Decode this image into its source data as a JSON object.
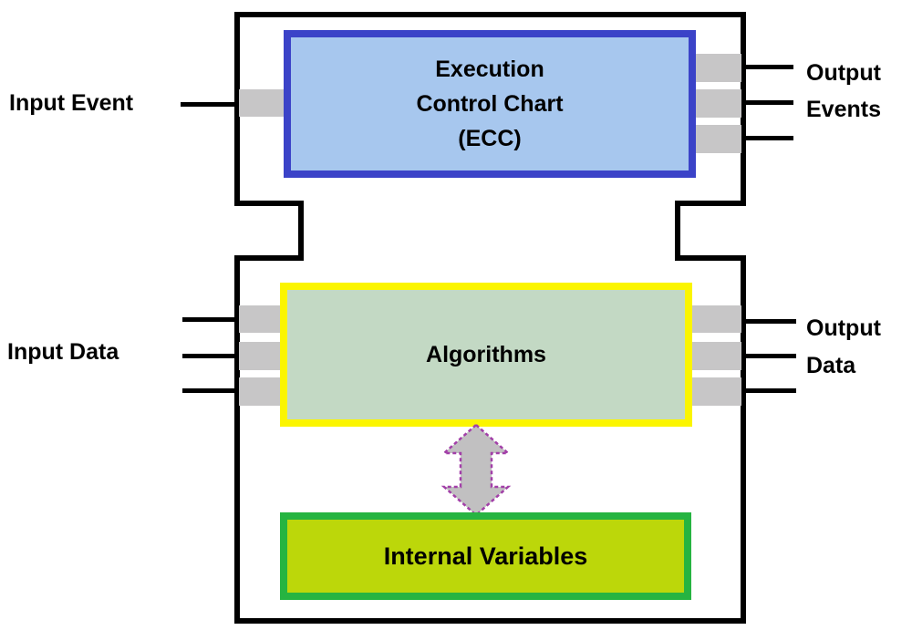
{
  "diagram": {
    "left_labels": {
      "input_event": "Input Event",
      "input_data": "Input Data"
    },
    "right_labels": {
      "output_events": [
        "Output",
        "Events"
      ],
      "output_data": [
        "Output",
        "Data"
      ]
    },
    "blocks": {
      "ecc": {
        "lines": [
          "Execution",
          "Control Chart",
          "(ECC)"
        ],
        "fill": "#A7C7EE",
        "border": "#3B43C8"
      },
      "algorithms": {
        "label": "Algorithms",
        "fill": "#C3D9C4",
        "border": "#FBF500"
      },
      "internal_variables": {
        "label": "Internal Variables",
        "fill": "#BCD70A",
        "border": "#26B441"
      }
    },
    "ports": {
      "event_inputs": 1,
      "event_outputs": 3,
      "data_inputs": 3,
      "data_outputs": 3
    },
    "colors": {
      "outline": "#000000",
      "port_bar": "#C7C6C7",
      "arrow_fill": "#C1C0C1",
      "arrow_border": "#A23FA8",
      "text": "#000000",
      "background": "#FFFFFF"
    }
  }
}
